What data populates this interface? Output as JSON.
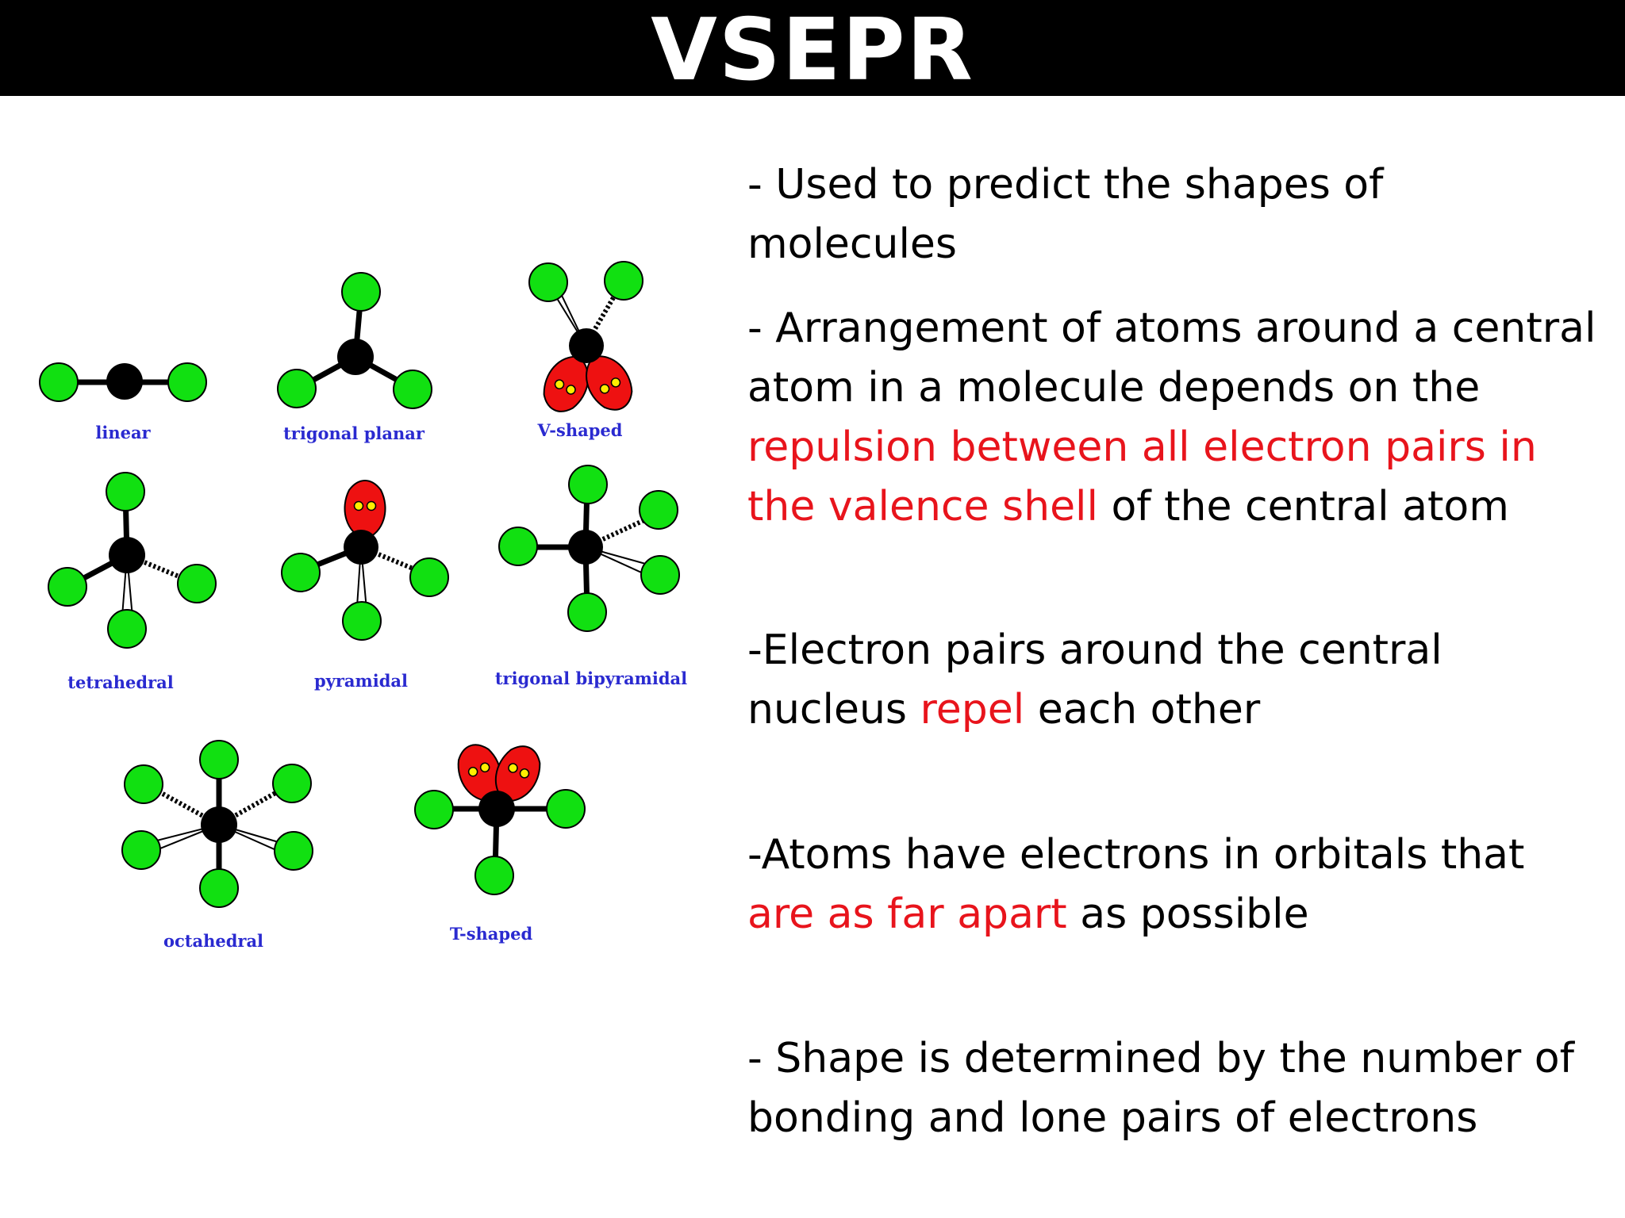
{
  "title": "VSEPR",
  "molecules": [
    {
      "id": "linear",
      "label": "linear"
    },
    {
      "id": "trigonal-planar",
      "label": "trigonal planar"
    },
    {
      "id": "v-shaped",
      "label": "V-shaped"
    },
    {
      "id": "tetrahedral",
      "label": "tetrahedral"
    },
    {
      "id": "pyramidal",
      "label": "pyramidal"
    },
    {
      "id": "trigonal-bipyramidal",
      "label": "trigonal bipyramidal"
    },
    {
      "id": "octahedral",
      "label": "octahedral"
    },
    {
      "id": "t-shaped",
      "label": "T-shaped"
    }
  ],
  "bullets": [
    {
      "segments": [
        {
          "text": "- Used to predict the shapes of molecules",
          "highlight": false
        }
      ]
    },
    {
      "segments": [
        {
          "text": "- Arrangement of atoms around a central atom in a molecule depends on the ",
          "highlight": false
        },
        {
          "text": "repulsion between all electron pairs in the valence shell",
          "highlight": true
        },
        {
          "text": " of the central atom",
          "highlight": false
        }
      ]
    },
    {
      "segments": [
        {
          "text": "-Electron pairs around the central nucleus ",
          "highlight": false
        },
        {
          "text": "repel",
          "highlight": true
        },
        {
          "text": " each other",
          "highlight": false
        }
      ]
    },
    {
      "segments": [
        {
          "text": "-Atoms have electrons in orbitals that ",
          "highlight": false
        },
        {
          "text": "are as far apart",
          "highlight": true
        },
        {
          "text": " as possible",
          "highlight": false
        }
      ]
    },
    {
      "segments": [
        {
          "text": "- Shape is determined by the number of bonding and lone pairs of electrons",
          "highlight": false
        }
      ]
    }
  ],
  "colors": {
    "title_bar": "#000000",
    "title_text": "#ffffff",
    "highlight": "#e8141c",
    "atom_outer": "#11e011",
    "atom_center": "#000000",
    "lone_pair": "#ee1111",
    "electron": "#ffee00",
    "label": "#2a2ad0"
  }
}
